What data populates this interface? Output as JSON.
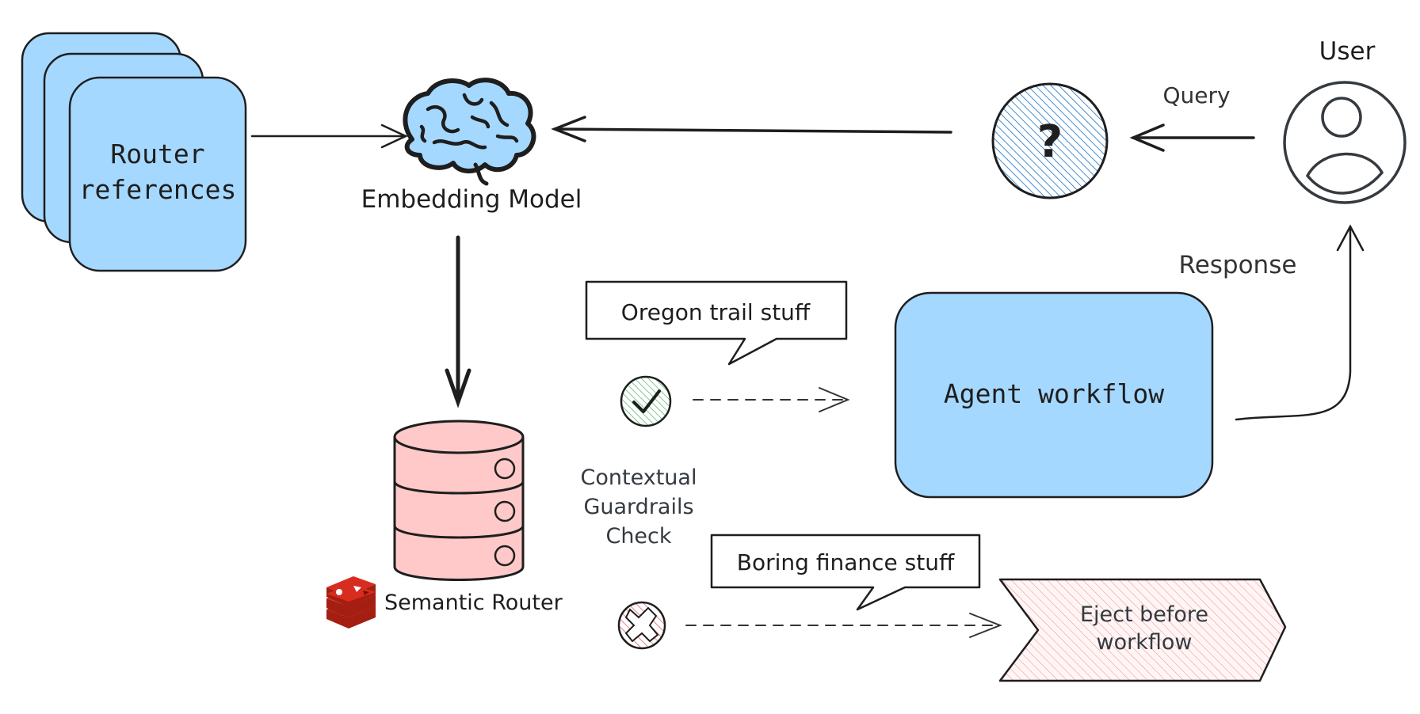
{
  "labels": {
    "router_references_line1": "Router",
    "router_references_line2": "references",
    "embedding_model": "Embedding Model",
    "user": "User",
    "query": "Query",
    "query_symbol": "?",
    "response": "Response",
    "oregon_bubble": "Oregon trail stuff",
    "finance_bubble": "Boring finance stuff",
    "agent_workflow": "Agent workflow",
    "guardrails_line1": "Contextual",
    "guardrails_line2": "Guardrails",
    "guardrails_line3": "Check",
    "semantic_router": "Semantic Router",
    "eject_line1": "Eject before",
    "eject_line2": "workflow"
  },
  "colors": {
    "stroke": "#1e1e1e",
    "blue_fill": "#a5d8ff",
    "blue_hatch": "#1971c2",
    "red_fill": "#ffc9c9",
    "red_hatch": "#e03131",
    "green_hatch": "#2f9e44",
    "redis_red": "#c6302b"
  }
}
